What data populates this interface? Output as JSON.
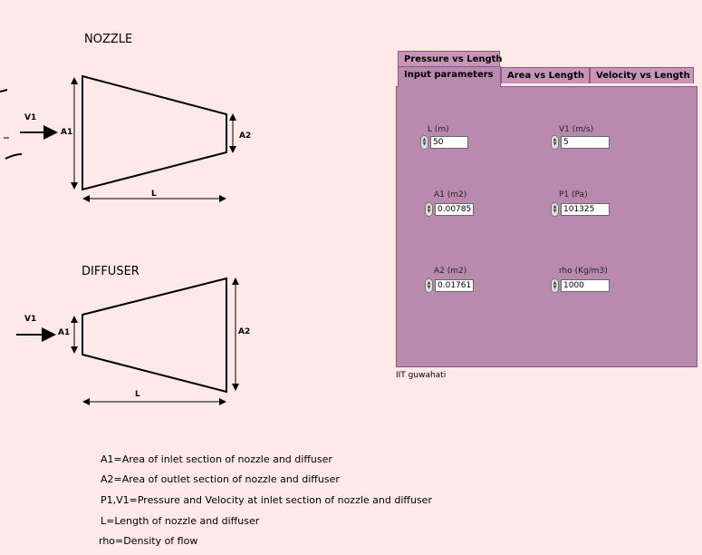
{
  "diagram": {
    "nozzle_title": "NOZZLE",
    "diffuser_title": "DIFFUSER",
    "v1": "V1",
    "a1": "A1",
    "a2": "A2",
    "l": "L"
  },
  "tabs": {
    "pressure": "Pressure vs Length",
    "input": "Input parameters",
    "area": "Area vs Length",
    "velocity": "Velocity vs Length"
  },
  "controls": {
    "L": {
      "label": "L (m)",
      "value": "50"
    },
    "V1": {
      "label": "V1 (m/s)",
      "value": "5"
    },
    "A1": {
      "label": "A1 (m2)",
      "value": "0.00785"
    },
    "P1": {
      "label": "P1 (Pa)",
      "value": "101325"
    },
    "A2": {
      "label": "A2 (m2)",
      "value": "0.01761"
    },
    "rho": {
      "label": "rho (Kg/m3)",
      "value": "1000"
    }
  },
  "footer": "IIT guwahati",
  "legend": [
    "A1=Area of inlet section of nozzle and diffuser",
    "A2=Area of outlet section of nozzle and diffuser",
    "P1,V1=Pressure and Velocity at inlet section of nozzle and diffuser",
    "L=Length of nozzle and diffuser",
    "rho=Density of flow"
  ]
}
